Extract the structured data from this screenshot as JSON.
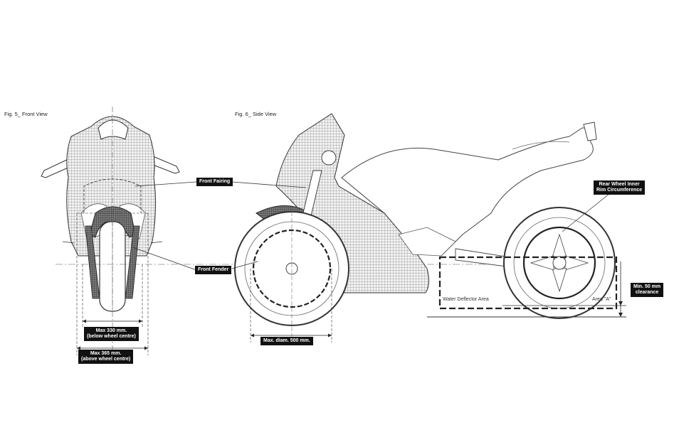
{
  "figures": {
    "front_title": "Fig. 5_ Front View",
    "side_title": "Fig. 6_ Side View"
  },
  "callouts": {
    "front_fairing": "Front Fairing",
    "front_fender": "Front Fender",
    "rear_wheel_line1": "Rear Wheel Inner",
    "rear_wheel_line2": "Rim Circumference",
    "max330_line1": "Max 330 mm.",
    "max330_line2": "(below wheel centre)",
    "max365_line1": "Max 365 mm.",
    "max365_line2": "(above wheel centre)",
    "max_diam": "Max. diam. 500 mm.",
    "clearance_line1": "Min. 50 mm",
    "clearance_line2": "clearance"
  },
  "labels": {
    "water_deflector": "Water Deflector Area",
    "area_a": "Area \"A\""
  }
}
